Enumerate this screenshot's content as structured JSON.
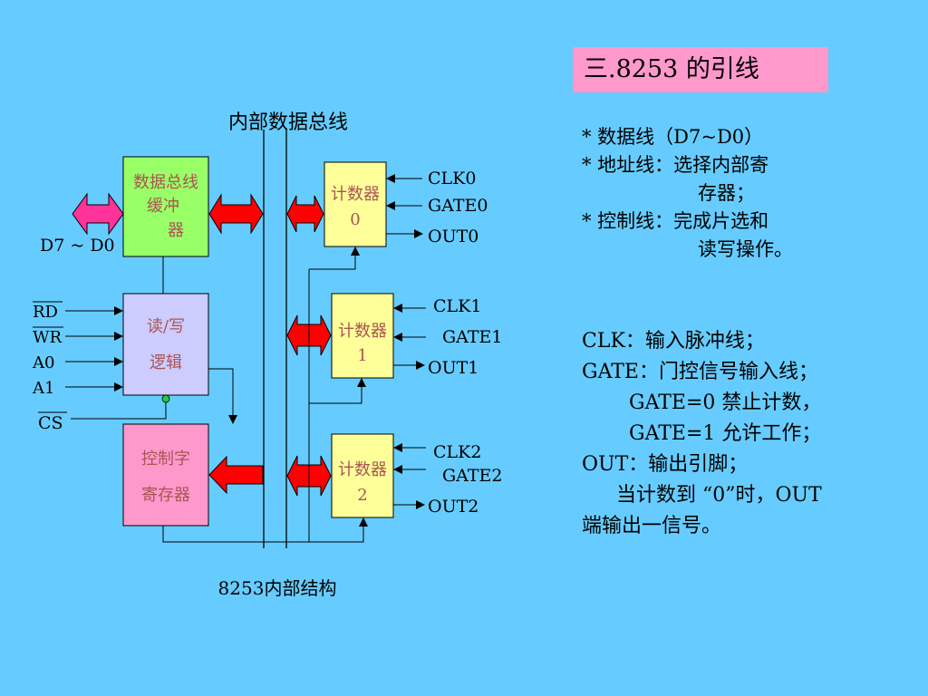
{
  "slide": {
    "title": "三.8253 的引线",
    "notes": [
      "* 数据线（D7~D0）",
      "* 地址线：选择内部寄",
      "存器；",
      "* 控制线：完成片选和",
      "读写操作。"
    ],
    "desc": [
      "CLK：输入脉冲线；",
      "GATE：门控信号输入线；",
      "GATE=0  禁止计数，",
      "GATE=1 允许工作；",
      "OUT：输出引脚；",
      "当计数到 “0”时，OUT",
      "端输出一信号。"
    ]
  },
  "diagram": {
    "bus_label": "内部数据总线",
    "caption": "8253内部结构",
    "data_label": "D7 ~ D0",
    "buffer_lines": [
      "数据总线",
      "缓冲",
      "器"
    ],
    "rw_lines": [
      "读/写",
      "逻辑"
    ],
    "ctrl_lines": [
      "控制字",
      "寄存器"
    ],
    "counters": [
      {
        "lines": [
          "计数器",
          "0"
        ],
        "clk": "CLK0",
        "gate": "GATE0",
        "out": "OUT0"
      },
      {
        "lines": [
          "计数器",
          "1"
        ],
        "clk": "CLK1",
        "gate": "GATE1",
        "out": "OUT1"
      },
      {
        "lines": [
          "计数器",
          "2"
        ],
        "clk": "CLK2",
        "gate": "GATE2",
        "out": "OUT2"
      }
    ],
    "inputs": [
      "RD",
      "WR",
      "A0",
      "A1"
    ],
    "overlined_inputs": [
      "RD",
      "WR"
    ],
    "cs_label": "CS",
    "colors": {
      "buffer_fill": "#99ff66",
      "rw_fill": "#ccccff",
      "ctrl_fill": "#ff99cc",
      "counter_fill": "#ffff99",
      "arrow_red": "#ff0000",
      "arrow_pink": "#ff3399",
      "box_text": "#aa5555",
      "connector_dot": "#22cc44"
    }
  }
}
